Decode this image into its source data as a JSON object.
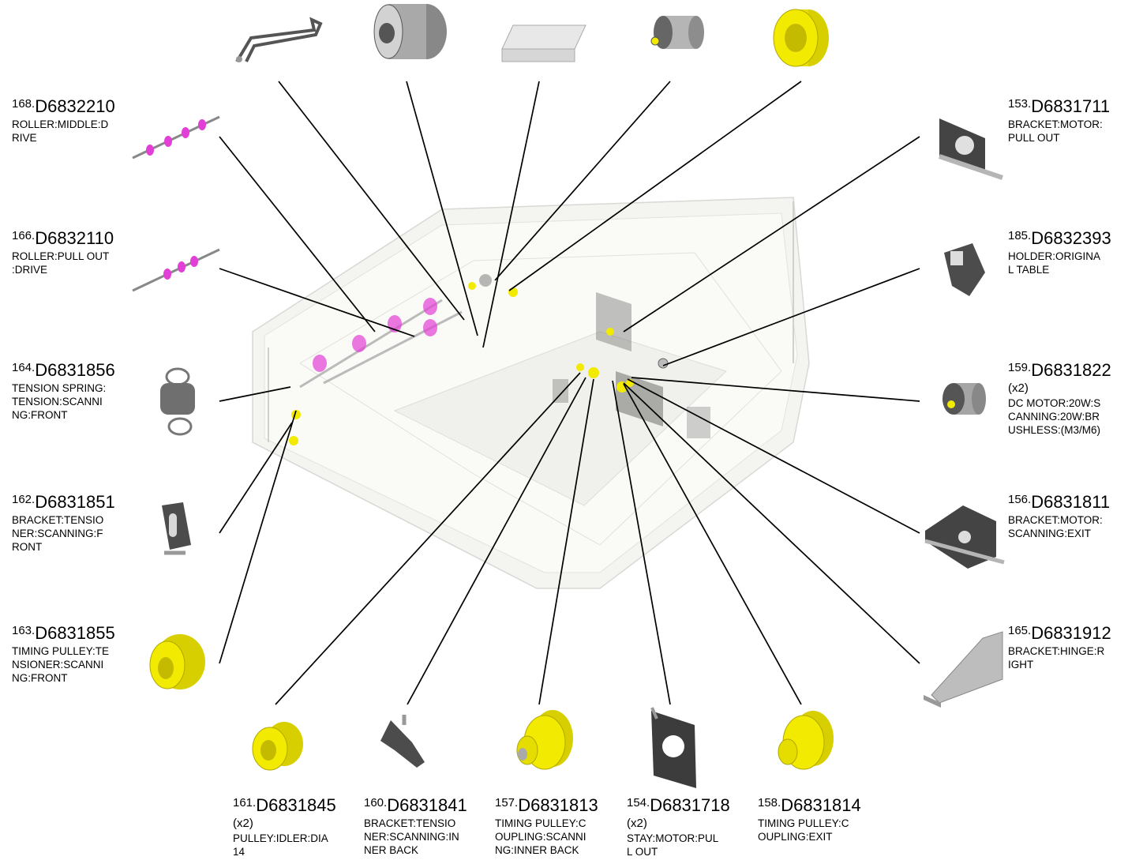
{
  "colors": {
    "leader": "#000000",
    "pulley": "#f2ea00",
    "roller": "#e23fd6",
    "metal": "#3a3a3a",
    "sheet": "#d6d6d6"
  },
  "parts": [
    {
      "num": "168.",
      "pn": "D6832210",
      "qty": "",
      "desc": "ROLLER:MIDDLE:D\nRIVE",
      "icon": "roller-shaft-icon"
    },
    {
      "num": "166.",
      "pn": "D6832110",
      "qty": "",
      "desc": "ROLLER:PULL OUT\n:DRIVE",
      "icon": "roller-shaft-icon"
    },
    {
      "num": "164.",
      "pn": "D6831856",
      "qty": "",
      "desc": "TENSION SPRING:\nTENSION:SCANNI\nNG:FRONT",
      "icon": "spring-icon"
    },
    {
      "num": "162.",
      "pn": "D6831851",
      "qty": "",
      "desc": "BRACKET:TENSIO\nNER:SCANNING:F\nRONT",
      "icon": "bracket-icon"
    },
    {
      "num": "163.",
      "pn": "D6831855",
      "qty": "",
      "desc": "TIMING PULLEY:TE\nNSIONER:SCANNI\nNG:FRONT",
      "icon": "pulley-icon"
    },
    {
      "num": "153.",
      "pn": "D6831711",
      "qty": "",
      "desc": "BRACKET:MOTOR:\nPULL OUT",
      "icon": "motor-bracket-icon"
    },
    {
      "num": "185.",
      "pn": "D6832393",
      "qty": "",
      "desc": "HOLDER:ORIGINA\nL TABLE",
      "icon": "holder-icon"
    },
    {
      "num": "159.",
      "pn": "D6831822",
      "qty": "(x2)",
      "desc": "DC MOTOR:20W:S\nCANNING:20W:BR\nUSHLESS:(M3/M6)",
      "icon": "motor-icon"
    },
    {
      "num": "156.",
      "pn": "D6831811",
      "qty": "",
      "desc": "BRACKET:MOTOR:\nSCANNING:EXIT",
      "icon": "motor-bracket-icon"
    },
    {
      "num": "165.",
      "pn": "D6831912",
      "qty": "",
      "desc": "BRACKET:HINGE:R\nIGHT",
      "icon": "hinge-bracket-icon"
    },
    {
      "num": "161.",
      "pn": "D6831845",
      "qty": "(x2)",
      "desc": "PULLEY:IDLER:DIA\n14",
      "icon": "pulley-icon"
    },
    {
      "num": "160.",
      "pn": "D6831841",
      "qty": "",
      "desc": "BRACKET:TENSIO\nNER:SCANNING:IN\nNER BACK",
      "icon": "bracket-icon"
    },
    {
      "num": "157.",
      "pn": "D6831813",
      "qty": "",
      "desc": "TIMING PULLEY:C\nOUPLING:SCANNI\nNG:INNER BACK",
      "icon": "pulley-icon"
    },
    {
      "num": "154.",
      "pn": "D6831718",
      "qty": "(x2)",
      "desc": "STAY:MOTOR:PUL\nL OUT",
      "icon": "stay-plate-icon"
    },
    {
      "num": "158.",
      "pn": "D6831814",
      "qty": "",
      "desc": "TIMING PULLEY:C\nOUPLING:EXIT",
      "icon": "pulley-icon"
    }
  ],
  "unlabeled_parts": [
    {
      "icon": "wire-bracket-icon"
    },
    {
      "icon": "coupling-icon"
    },
    {
      "icon": "plate-icon"
    },
    {
      "icon": "motor-icon"
    },
    {
      "icon": "pulley-icon"
    }
  ]
}
